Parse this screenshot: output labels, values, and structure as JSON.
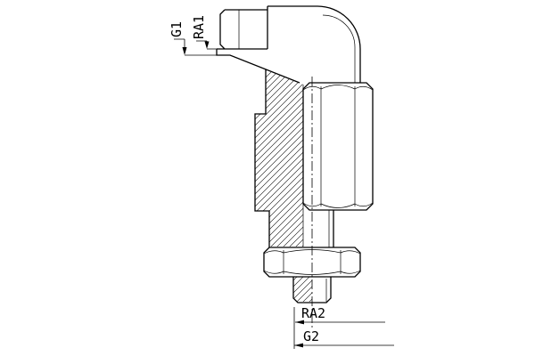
{
  "drawing": {
    "background_color": "#ffffff",
    "line_color": "#000000",
    "labels": {
      "g1": "G1",
      "ra1": "RA1",
      "ra2": "RA2",
      "g2": "G2"
    }
  }
}
